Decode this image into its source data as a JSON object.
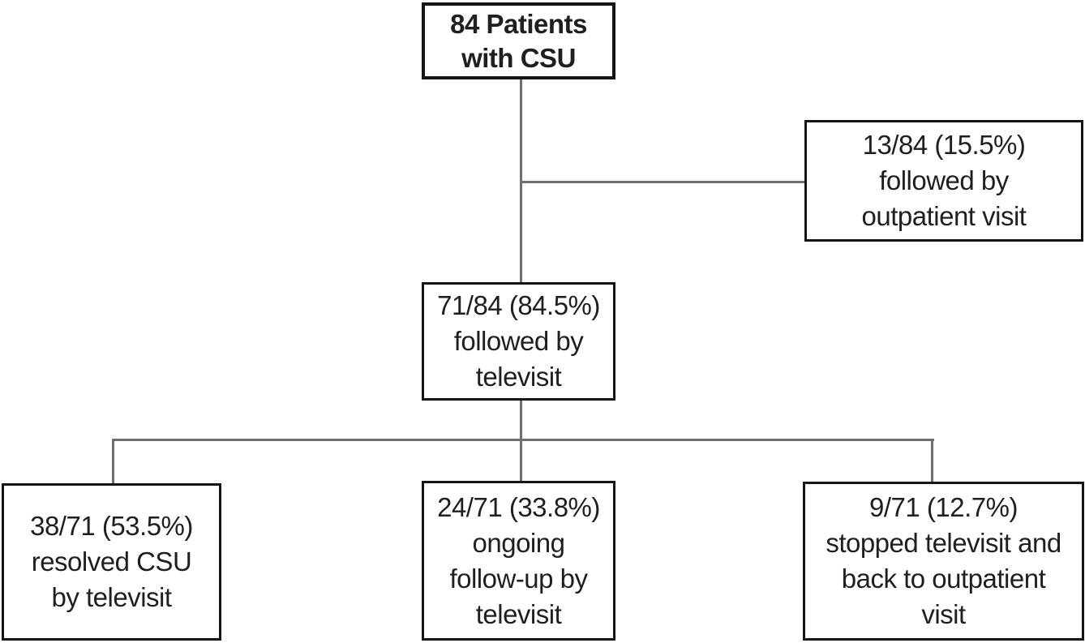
{
  "colors": {
    "box_border": "#151515",
    "connector": "#6f6f6f",
    "text": "#1f1f1f",
    "background": "#ffffff"
  },
  "nodes": {
    "root": {
      "lines": [
        "84 Patients",
        "with CSU"
      ],
      "emphasis": "bold"
    },
    "outpatient": {
      "lines": [
        "13/84 (15.5%)",
        "followed by",
        "outpatient visit"
      ]
    },
    "televisit": {
      "lines": [
        "71/84 (84.5%)",
        "followed by",
        "televisit"
      ]
    },
    "resolved": {
      "lines": [
        "38/71 (53.5%)",
        "resolved CSU",
        "by televisit"
      ]
    },
    "ongoing": {
      "lines": [
        "24/71 (33.8%)",
        "ongoing",
        "follow-up by",
        "televisit"
      ]
    },
    "stopped": {
      "lines": [
        "9/71 (12.7%)",
        "stopped televisit and",
        "back to outpatient",
        "visit"
      ]
    }
  }
}
